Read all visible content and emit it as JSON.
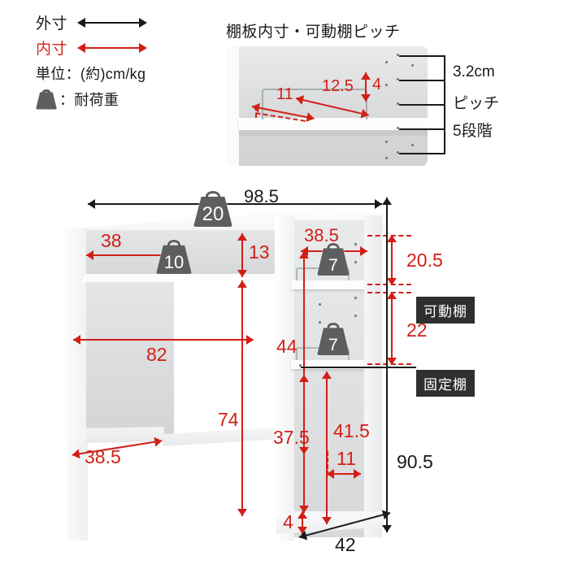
{
  "legend": {
    "outer": {
      "label": "外寸",
      "arrow_color": "#1a1a1a",
      "icon": "double-arrow-black"
    },
    "inner": {
      "label": "内寸",
      "arrow_color": "#d21f16",
      "icon": "double-arrow-red"
    },
    "unit": "単位：(約)cm/kg",
    "load": {
      "icon": "weight-icon",
      "label": "：耐荷重"
    }
  },
  "detail": {
    "title": "棚板内寸・可動棚ピッチ",
    "dims": {
      "depth": "11",
      "width": "12.5",
      "height": "4"
    },
    "pitch": {
      "size": "3.2cm",
      "word": "ピッチ",
      "steps": "5段階",
      "hole_count": 5
    }
  },
  "main": {
    "top_width": "98.5",
    "top_load": "20",
    "upper_cavity_width": "38",
    "upper_cavity_height": "13",
    "upper_cavity_load": "10",
    "knee_width": "82",
    "desk_height": "74",
    "lower_depth": "38.5",
    "shelf_width": "38.5",
    "shelf_top_height": "20.5",
    "shelf_mid_height": "22",
    "shelf_stack_height": "44",
    "shelf_load_upper": "7",
    "shelf_load_lower": "7",
    "bottom_cavity_height": "37.5",
    "bottom_inner_height": "41.5",
    "bottom_inner_width": "11",
    "plinth_height": "4",
    "total_height": "90.5",
    "depth": "42",
    "tag_adjustable": "可動棚",
    "tag_fixed": "固定棚"
  },
  "colors": {
    "red": "#d21f16",
    "black": "#1a1a1a",
    "badge": "#5e5e5e"
  }
}
